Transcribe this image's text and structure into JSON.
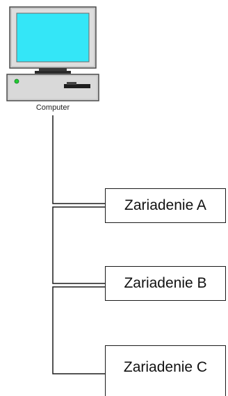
{
  "computer": {
    "label": "Computer"
  },
  "devices": [
    {
      "label": "Zariadenie A"
    },
    {
      "label": "Zariadenie B"
    },
    {
      "label": "Zariadenie C"
    }
  ],
  "colors": {
    "screen": "#34e6f7",
    "monitor_frame": "#c9c9c9",
    "case": "#cfcfcf",
    "power_led": "#22cc33",
    "lines": "#1a1a1a"
  }
}
